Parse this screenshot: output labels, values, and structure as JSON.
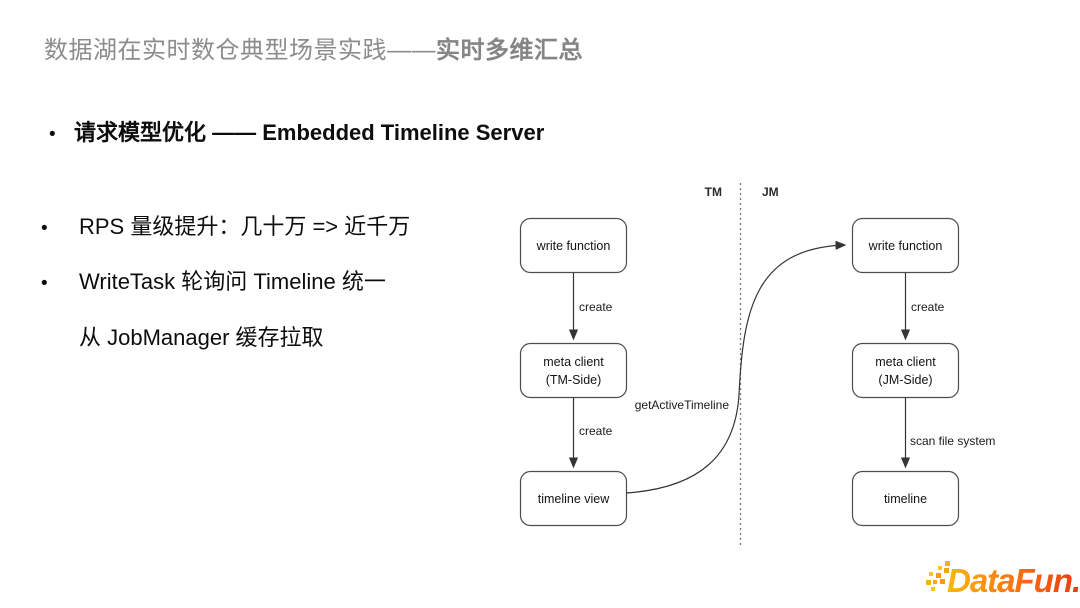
{
  "slide": {
    "title": {
      "prefix": "数据湖在实时数仓典型场景实践——",
      "emphasis": "实时多维汇总"
    },
    "heading_bullet": {
      "marker": "•",
      "text": "请求模型优化 —— Embedded Timeline Server"
    },
    "points": {
      "marker": "•",
      "rps": "RPS 量级提升：几十万 => 近千万",
      "writetask_line1": "WriteTask 轮询问 Timeline 统一",
      "writetask_line2": "从 JobManager 缓存拉取"
    }
  },
  "diagram": {
    "lane_left_label": "TM",
    "lane_right_label": "JM",
    "tm": {
      "write_function": "write function",
      "create1": "create",
      "meta_client_line1": "meta client",
      "meta_client_line2": "(TM-Side)",
      "create2": "create",
      "timeline_view": "timeline view"
    },
    "jm": {
      "write_function": "write function",
      "create": "create",
      "meta_client_line1": "meta client",
      "meta_client_line2": "(JM-Side)",
      "scan": "scan file system",
      "timeline": "timeline"
    },
    "cross_arrow_label": "getActiveTimeline"
  },
  "footer": {
    "logo_text": "DataFun."
  },
  "colors": {
    "title_gray": "#8c8c8c",
    "body_black": "#0d0d0d",
    "diagram_stroke": "#4d4d4d",
    "logo_gradient_start": "#F7B90F",
    "logo_gradient_mid": "#FA7A12",
    "logo_gradient_end": "#EE3A14"
  }
}
